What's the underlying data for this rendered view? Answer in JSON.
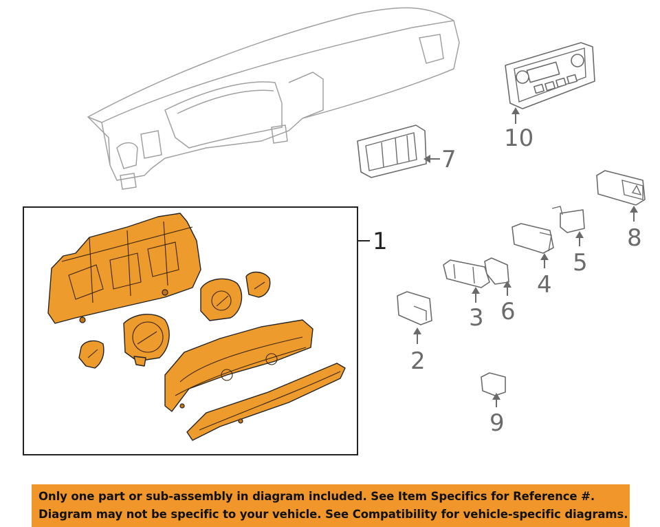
{
  "banner": {
    "line1": "Only one part or sub-assembly in diagram included. See Item Specifics for Reference #.",
    "line2": "Diagram may not be specific to your vehicle. See Compatibility for vehicle-specific diagrams.",
    "background_color": "#f0962b"
  },
  "callouts": {
    "c1": "1",
    "c2": "2",
    "c3": "3",
    "c4": "4",
    "c5": "5",
    "c6": "6",
    "c7": "7",
    "c8": "8",
    "c9": "9",
    "c10": "10"
  },
  "colors": {
    "highlight_part": "#ee9b2d",
    "line_art": "#6a6a6a",
    "ghost_line_art": "#a0a0a0"
  }
}
